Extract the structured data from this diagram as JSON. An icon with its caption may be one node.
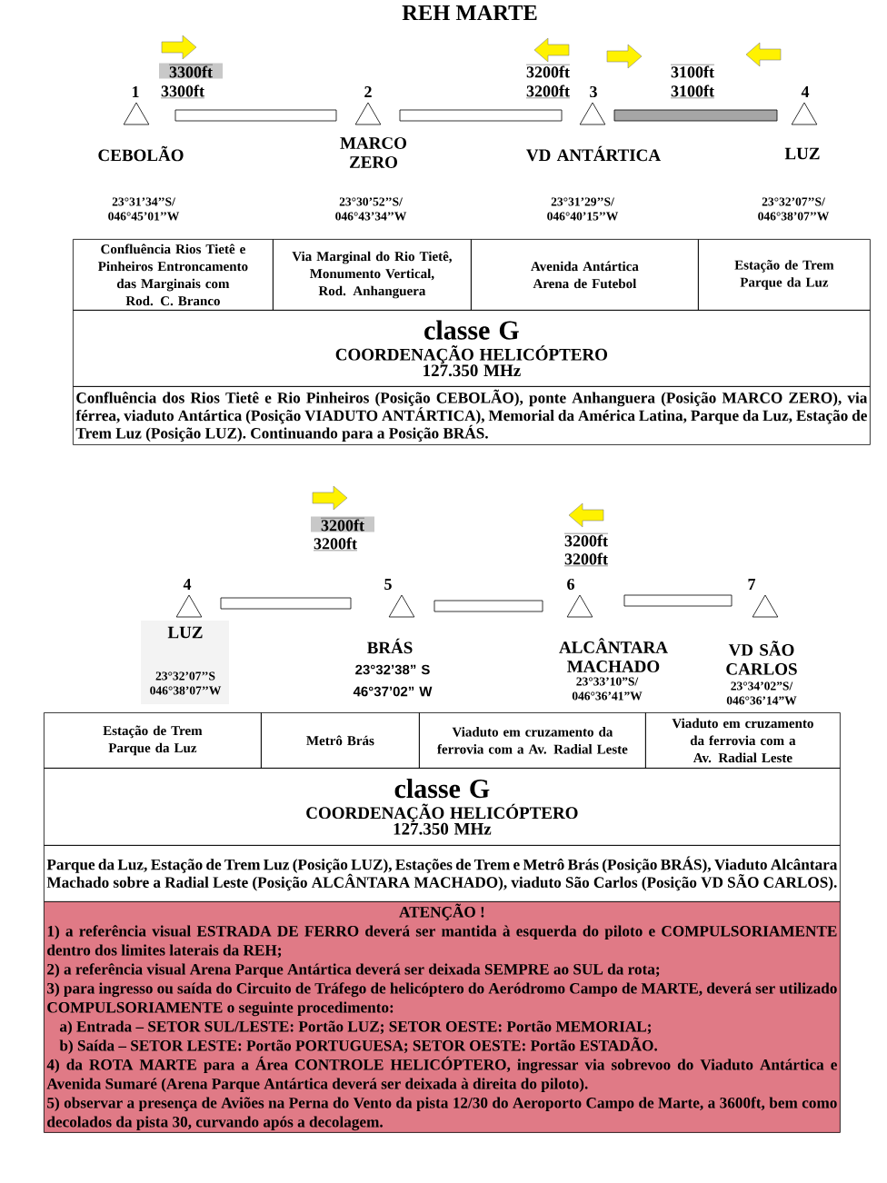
{
  "diagram": {
    "title": "REH MARTE",
    "nodes": [
      {
        "text": [],
        "shape": "triangle",
        "beside": [
          "1",
          "CEBOLÃO"
        ]
      },
      {
        "text": [],
        "shape": "bar"
      },
      {
        "text": [],
        "shape": "triangle",
        "beside": [
          "2",
          "MARCO ZERO"
        ]
      },
      {
        "text": [],
        "shape": "bar"
      },
      {
        "text": [],
        "shape": "triangle",
        "beside": [
          "3",
          "VD ANTÁRTICA"
        ]
      },
      {
        "text": [],
        "shape": "bar"
      },
      {
        "text": [],
        "shape": "triangle",
        "beside": [
          "4",
          "LUZ"
        ]
      },
      {
        "text": [
          "Confluência Rios Tietê e Pinheiros Entroncamento das Marginais com Rod. C. Branco"
        ]
      },
      {
        "text": [
          "Via Marginal do Rio Tietê, Monumento Vertical, Rod. Anhanguera"
        ]
      },
      {
        "text": [
          "Avenida Antártica Arena de Futebol"
        ]
      },
      {
        "text": [
          "Estação de Trem Parque da Luz"
        ]
      },
      {
        "text": [
          "classe G",
          "COORDENAÇÃO HELICÓPTERO",
          "127.350 MHz"
        ]
      },
      {
        "text": [
          "Confluência dos Rios Tietê e Rio Pinheiros (Posição CEBOLÃO), ponte Anhanguera (Posição MARCO ZERO), via férrea, viaduto Antártica (Posição VIADUTO ANTÁRTICA), Memorial da América Latina, Parque da Luz, Estação de Trem Luz (Posição LUZ). Continuando para a Posição BRÁS."
        ]
      },
      {
        "text": [],
        "shape": "triangle",
        "beside": [
          "4",
          "LUZ"
        ]
      },
      {
        "text": [],
        "shape": "bar"
      },
      {
        "text": [],
        "shape": "triangle",
        "beside": [
          "5",
          "BRÁS"
        ]
      },
      {
        "text": [],
        "shape": "bar"
      },
      {
        "text": [],
        "shape": "triangle",
        "beside": [
          "6",
          "ALCÂNTARA MACHADO"
        ]
      },
      {
        "text": [],
        "shape": "bar"
      },
      {
        "text": [],
        "shape": "triangle",
        "beside": [
          "7",
          "VD SÃO CARLOS"
        ]
      },
      {
        "text": [
          "Estação de Trem Parque da Luz"
        ]
      },
      {
        "text": [
          "Metrô Brás"
        ]
      },
      {
        "text": [
          "Viaduto em cruzamento da ferrovia com a Av. Radial Leste"
        ]
      },
      {
        "text": [
          "Viaduto em cruzamento da ferrovia com a Av. Radial Leste"
        ]
      },
      {
        "text": [
          "classe G",
          "COORDENAÇÃO HELICÓPTERO",
          "127.350 MHz"
        ]
      },
      {
        "text": [
          "Parque da Luz, Estação de Trem Luz (Posição LUZ), Estações de Trem e Metrô Brás (Posição BRÁS), Viaduto Alcântara Machado sobre a Radial Leste (Posição ALCÂNTARA MACHADO), viaduto São Carlos (Posição VD SÃO CARLOS)."
        ]
      },
      {
        "text": [
          "ATENÇÃO !",
          "1) a referência visual ESTRADA DE FERRO deverá ser mantida à esquerda do piloto e COMPULSORIAMENTE dentro dos limites laterais da REH;",
          "2) a referência visual Arena Parque Antártica deverá ser deixada SEMPRE ao SUL da rota;",
          "3) para ingresso ou saída do Circuito de Tráfego de helicóptero do Aeródromo Campo de MARTE, deverá ser utilizado COMPULSORIAMENTE o seguinte procedimento:",
          "a) Entrada – SETOR SUL/LESTE: Portão LUZ;     SETOR OESTE: Portão MEMORIAL;",
          "b) Saída – SETOR LESTE: Portão PORTUGUESA;   SETOR OESTE: Portão ESTADÃO.",
          "4) da ROTA MARTE para a Área CONTROLE HELICÓPTERO, ingressar via sobrevoo do Viaduto Antártica e Avenida Sumaré (Arena Parque Antártica deverá ser deixada à direita do piloto).",
          "5) observar a presença de Aviões na Perna do Vento da pista 12/30 do Aeroporto Campo de Marte, a 3600ft, bem como decolados da pista 30, curvando após a decolagem."
        ]
      }
    ],
    "labels": [
      "3300ft",
      "3200ft",
      "3100ft",
      "3300ft",
      "3200ft",
      "3100ft",
      "23°31’34’’S/ 046°45’01’’W",
      "23°30’52’’S/ 046°43’34’’W",
      "23°31’29’’S/ 046°40’15’’W",
      "23°32’07’’S/ 046°38’07’’W",
      "3200ft",
      "3200ft",
      "3200ft",
      "3200ft",
      "23°32’07’’S 046°38’07’’W",
      "23°32’38” S 46°37’02” W",
      "23°33’10”S/ 046°36’41”W",
      "23°34’02”S/ 046°36’14”W"
    ]
  }
}
